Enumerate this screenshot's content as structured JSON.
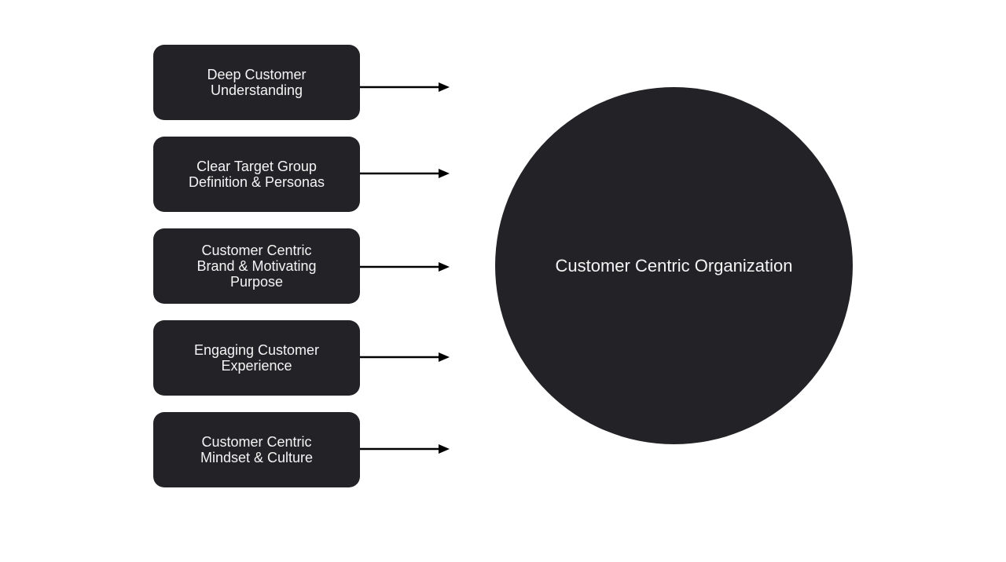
{
  "diagram": {
    "inputs": [
      {
        "label": "Deep Customer\nUnderstanding"
      },
      {
        "label": "Clear Target Group\nDefinition & Personas"
      },
      {
        "label": "Customer Centric\nBrand & Motivating\nPurpose"
      },
      {
        "label": "Engaging Customer\nExperience"
      },
      {
        "label": "Customer Centric\nMindset & Culture"
      }
    ],
    "outcome": {
      "label": "Customer Centric Organization"
    },
    "colors": {
      "shape_fill": "#232226",
      "text": "#f4f4f4",
      "arrow": "#000000",
      "background": "#ffffff"
    }
  }
}
